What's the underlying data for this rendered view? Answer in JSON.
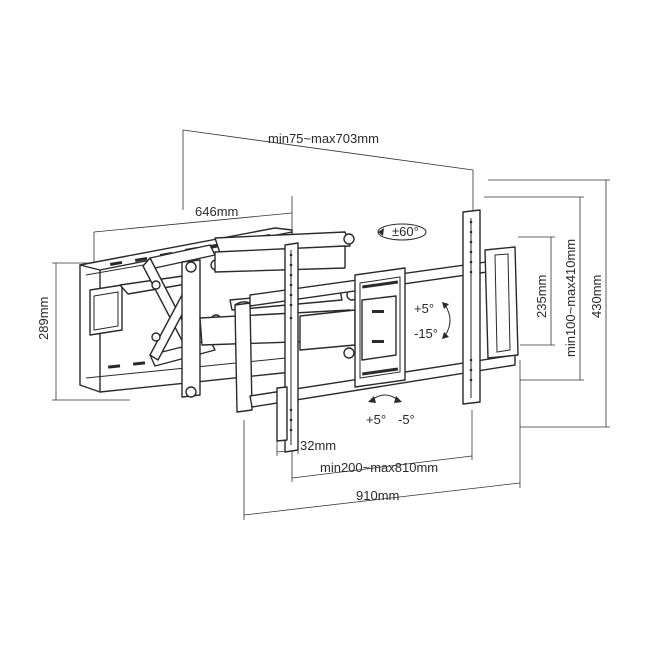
{
  "dimensions": {
    "arm_extension": "min75~max703mm",
    "wall_plate_width": "646mm",
    "wall_plate_height": "289mm",
    "vesa_vertical_spacing": "235mm",
    "vesa_vertical_range": "min100~max410mm",
    "tv_plate_height": "430mm",
    "rail_width": "32mm",
    "vesa_horizontal_range": "min200~max810mm",
    "tv_plate_width": "910mm"
  },
  "rotation": {
    "swivel": "±60°",
    "tilt_up": "+5°",
    "tilt_down": "-15°",
    "level_plus": "+5°",
    "level_minus": "-5°"
  }
}
